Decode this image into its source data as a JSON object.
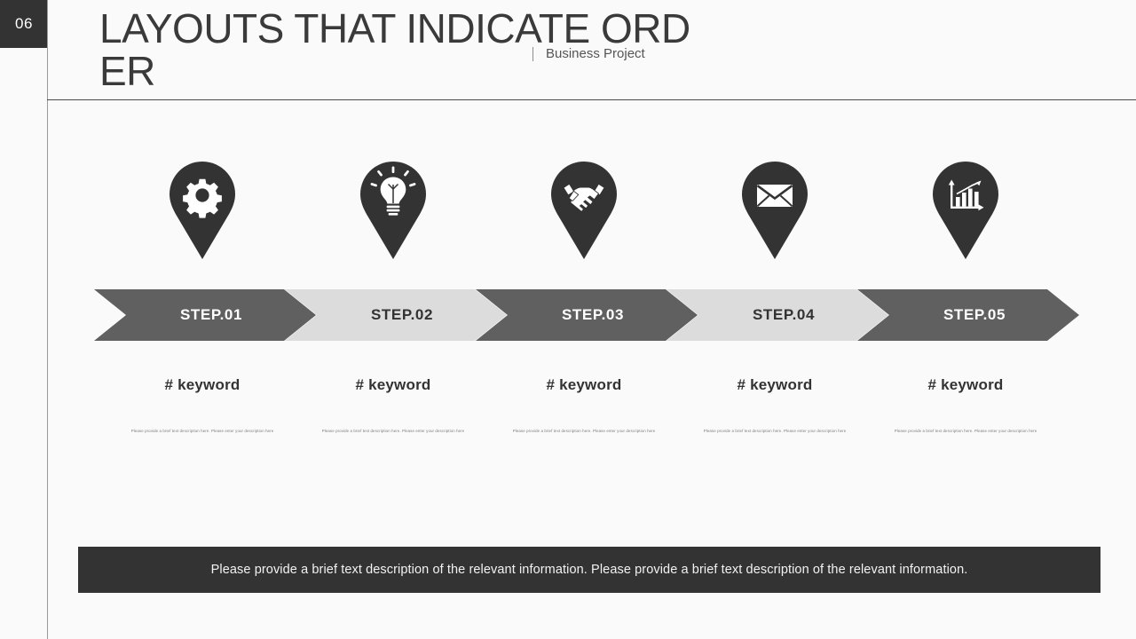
{
  "slide": {
    "page_number": "06",
    "title": "LAYOUTS THAT INDICATE ORDER",
    "subtitle": "Business Project",
    "background_color": "#fafafa",
    "accent_dark": "#333333",
    "chevron_dark": "#606060",
    "chevron_light": "#dcdcdc"
  },
  "steps": [
    {
      "icon": "gear-icon",
      "label": "STEP.01",
      "keyword": "# keyword",
      "description": "Please provide a brief text description here.  Please enter your description here",
      "tone": "dark"
    },
    {
      "icon": "lightbulb-icon",
      "label": "STEP.02",
      "keyword": "# keyword",
      "description": "Please provide a brief text description here.  Please enter your description here",
      "tone": "light"
    },
    {
      "icon": "handshake-icon",
      "label": "STEP.03",
      "keyword": "# keyword",
      "description": "Please provide a brief text description here.  Please enter your description here",
      "tone": "dark"
    },
    {
      "icon": "envelope-icon",
      "label": "STEP.04",
      "keyword": "# keyword",
      "description": "Please provide a brief text description here.  Please enter your description here",
      "tone": "light"
    },
    {
      "icon": "bar-chart-icon",
      "label": "STEP.05",
      "keyword": "# keyword",
      "description": "Please provide a brief text description here.  Please enter your description here",
      "tone": "dark"
    }
  ],
  "footer": {
    "text": "Please provide a brief text description of the relevant information. Please provide a brief text description of the relevant information."
  }
}
